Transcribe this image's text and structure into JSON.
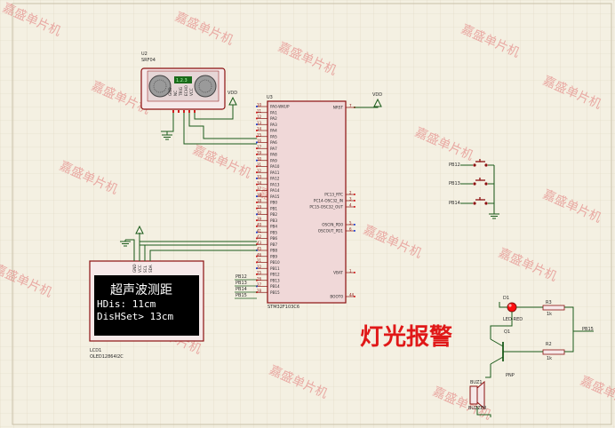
{
  "colors": {
    "background": "#f4f0e2",
    "grid": "#ddd6c2",
    "wire": "#1a5a1a",
    "component_fill": "#f6e9e9",
    "component_border": "#8b1010",
    "chip_fill": "#f0d8d8",
    "oled_screen": "#000000",
    "title_red": "#e01818",
    "watermark": "#e07070"
  },
  "watermark": "嘉盛单片机",
  "sensor": {
    "ref": "U2",
    "part": "SRF04",
    "pins": [
      "GND",
      "NC",
      "TRIG",
      "ECHO",
      "VCC"
    ],
    "lcd_digits": "1.2.3"
  },
  "mcu": {
    "ref": "U3",
    "part": "STM32F103C6",
    "left_pin_numbers": [
      "10",
      "11",
      "12",
      "13",
      "14",
      "15",
      "16",
      "17",
      "29",
      "30",
      "31",
      "32",
      "33",
      "34",
      "37",
      "38",
      "18",
      "19",
      "20",
      "39",
      "40",
      "41",
      "42",
      "43",
      "45",
      "46",
      "21",
      "22",
      "25",
      "26",
      "27",
      "28"
    ],
    "left_pin_names": [
      "PA0-WKUP",
      "PA1",
      "PA2",
      "PA3",
      "PA4",
      "PA5",
      "PA6",
      "PA7",
      "PA8",
      "PA9",
      "PA10",
      "PA11",
      "PA12",
      "PA13",
      "PA14",
      "PA15",
      "PB0",
      "PB1",
      "PB2",
      "PB3",
      "PB4",
      "PB5",
      "PB6",
      "PB7",
      "PB8",
      "PB9",
      "PB10",
      "PB11",
      "PB12",
      "PB13",
      "PB14",
      "PB15"
    ],
    "right_pins": [
      {
        "name": "NRST",
        "num": "7"
      },
      {
        "name": "PC13_RTC",
        "num": "2"
      },
      {
        "name": "PC14-OSC32_IN",
        "num": "3"
      },
      {
        "name": "PC15-OSC32_OUT",
        "num": "4"
      },
      {
        "name": "OSCIN_PD0",
        "num": "5"
      },
      {
        "name": "OSCOUT_PD1",
        "num": "6"
      },
      {
        "name": "VBAT",
        "num": "1"
      },
      {
        "name": "BOOT0",
        "num": "44"
      }
    ]
  },
  "power_labels": {
    "vdd1": "VDD",
    "vdd2": "VDD"
  },
  "buttons": [
    "PB12",
    "PB13",
    "PB14"
  ],
  "oled": {
    "ref": "LCD1",
    "part": "OLED12864I2C",
    "pins": [
      "GND",
      "VCC",
      "SCL",
      "SDA"
    ],
    "line1": "超声波测距",
    "line2": "HDis: 11cm",
    "line3": "DisHSet> 13cm"
  },
  "pb_net_labels": [
    "PB12",
    "PB13",
    "PB14",
    "PB15"
  ],
  "led": {
    "ref": "D1",
    "part": "LED-RED"
  },
  "r3": {
    "ref": "R3",
    "value": "1k"
  },
  "r2": {
    "ref": "R2",
    "value": "1k"
  },
  "transistor": {
    "ref": "Q1",
    "type": "PNP"
  },
  "pb15_label": "PB15",
  "buzzer": {
    "ref": "BUZ1",
    "part": "BUZZER"
  },
  "alarm_title": "灯光报警"
}
